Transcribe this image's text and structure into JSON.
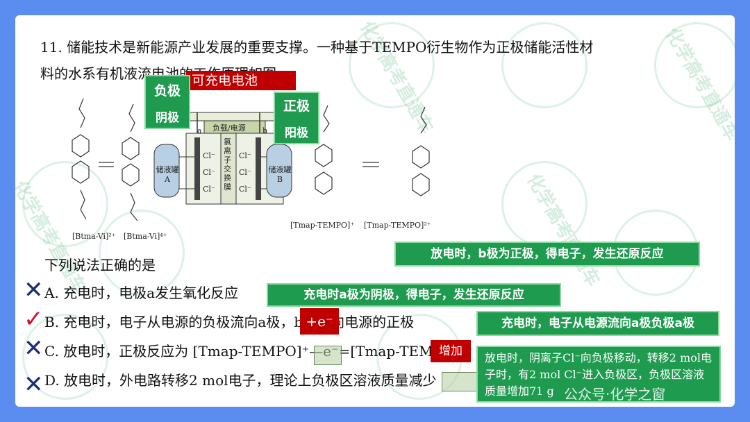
{
  "question": {
    "line1": "11. 储能技术是新能源产业发展的重要支撑。一种基于TEMPO衍生物作为正极储能活性材",
    "line2": "料的水系有机液流电池的工作原理如图。",
    "prompt": "下列说法正确的是",
    "options": {
      "a": "A. 充电时，电极a发生氧化反应",
      "b": "B. 充电时，电子从电源的负极流向a极，b极流向电源的正极",
      "c": "C. 放电时，正极反应为 [Tmap-TEMPO]⁺—e⁻=[Tmap-TEMPO]²⁺",
      "d": "D. 放电时，外电路转移2 mol电子，理论上负极区溶液质量减少"
    }
  },
  "diagram": {
    "load_label": "负载/电源",
    "tank_a": "储液罐\nA",
    "tank_b": "储液罐\nB",
    "membrane": "氯离子交换膜",
    "cl": "Cl⁻",
    "electrode_a": "a",
    "electrode_b": "b",
    "label_btma_vi_2": "[Btma-Vi]²⁺",
    "label_btma_vi_4": "[Btma-Vi]⁴⁺",
    "label_tmap_1": "[Tmap-TEMPO]⁺",
    "label_tmap_2": "[Tmap-TEMPO]²⁺"
  },
  "annotations": {
    "rechargeable": "可充电电池",
    "neg_electrode": "负极",
    "cathode": "阴极",
    "pos_electrode": "正极",
    "anode": "阳极",
    "plus_e": "+e⁻",
    "increase": "增加",
    "note_discharge_b": "放电时，b极为正极，得电子，发生还原反应",
    "note_charge_a": "充电时a极为阴极，得电子，发生还原反应",
    "note_charge_flow": "充电时，电子从电源流向a极负极a极",
    "note_discharge_detail": "放电时，阴离子Cl⁻向负极移动，转移2 mol电子时，有2 mol Cl⁻进入负极区，负极区溶液质量增加71 g",
    "watermark": "化学高考直通车",
    "footer": "公众号·化学之窗"
  },
  "marks": {
    "wrong": "✕",
    "right": "✓"
  },
  "colors": {
    "frame": "#5b8df0",
    "green": "#1e9b4e",
    "red": "#c00000",
    "arrow": "#3a6fd8"
  }
}
